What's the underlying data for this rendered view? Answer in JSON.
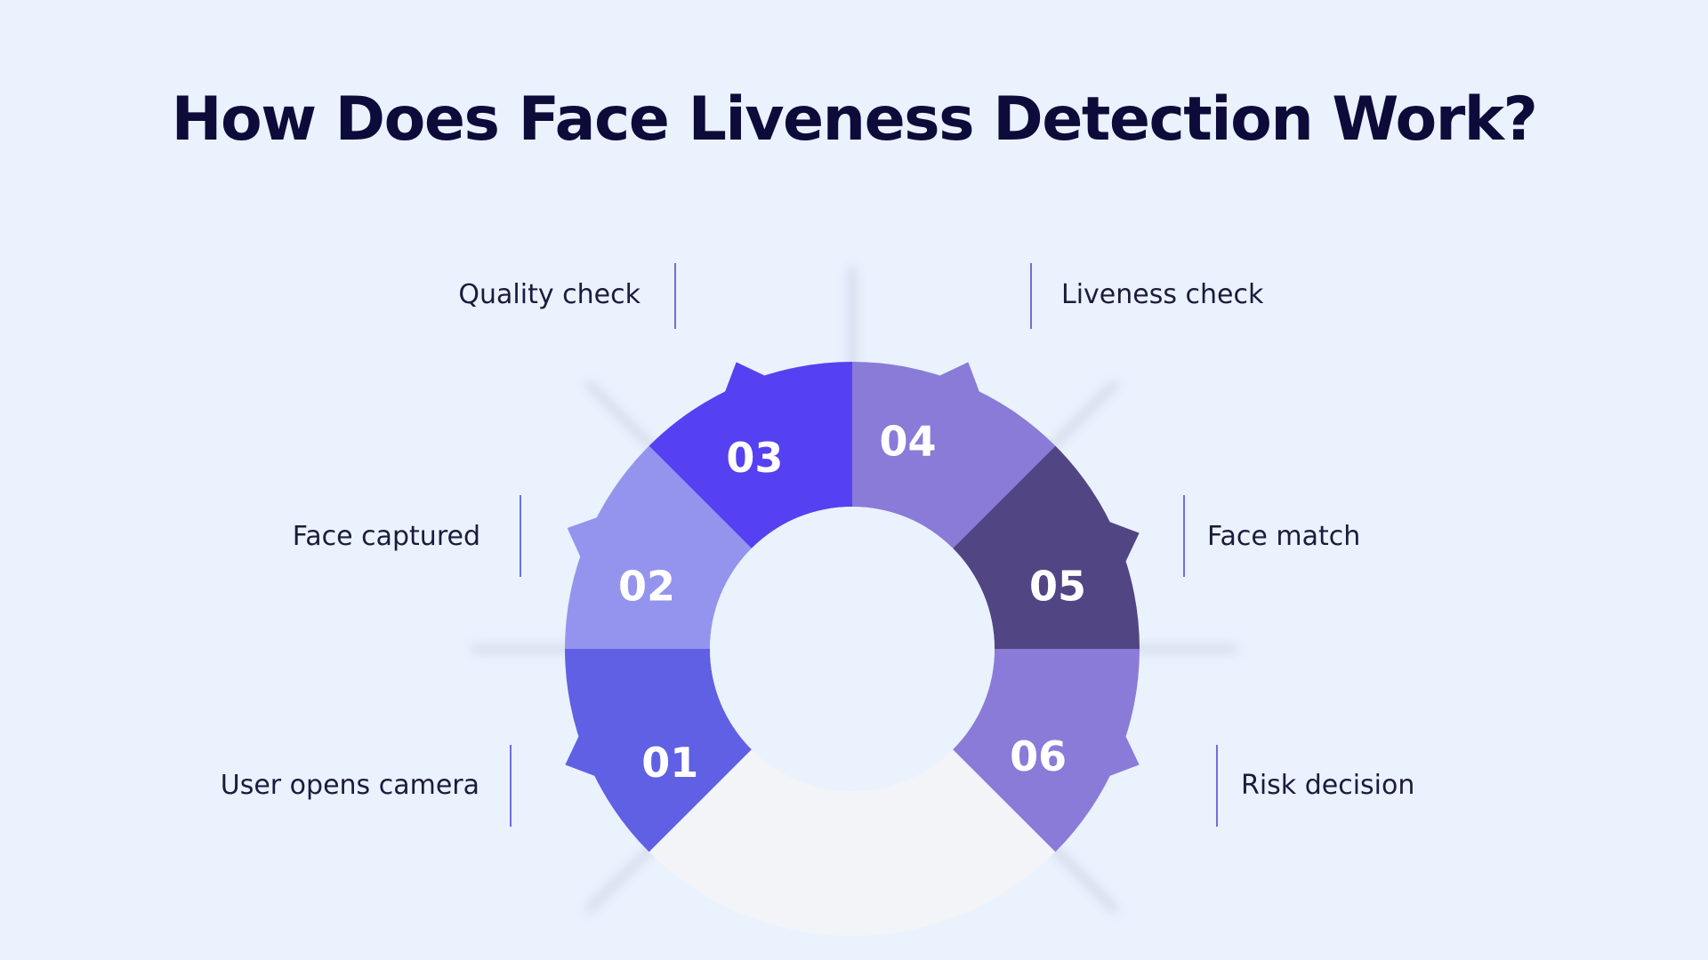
{
  "title": "How Does Face Liveness Detection Work?",
  "steps": [
    {
      "number": "01",
      "label": "User opens camera",
      "color": "#6060e4"
    },
    {
      "number": "02",
      "label": "Face captured",
      "color": "#9494ef"
    },
    {
      "number": "03",
      "label": "Quality check",
      "color": "#5541f2"
    },
    {
      "number": "04",
      "label": "Liveness check",
      "color": "#8a7bd9"
    },
    {
      "number": "05",
      "label": "Face match",
      "color": "#514583"
    },
    {
      "number": "06",
      "label": "Risk decision",
      "color": "#8a7bd9"
    }
  ],
  "colors": {
    "background": "#eaf2fe",
    "inner_circle": "#eaf2fe",
    "empty_segment": "#f2f4f7",
    "title": "#0d0b3a",
    "divider": "#6f6ee0"
  }
}
